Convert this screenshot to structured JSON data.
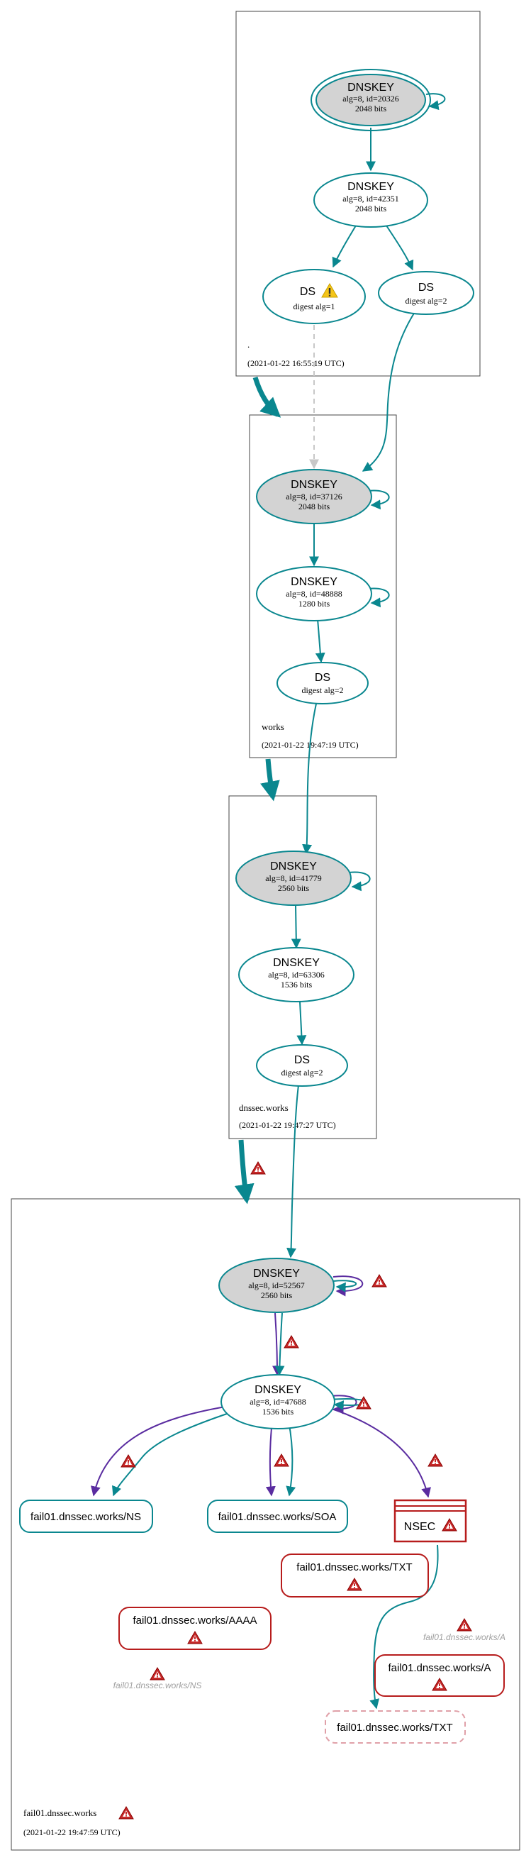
{
  "colors": {
    "teal": "#0a878f",
    "purple": "#5a2ca0",
    "red": "#b71c1c",
    "grey_fill": "#d3d3d3",
    "dashed_grey": "#c8c8c8",
    "warning_yellow": "#f5c518",
    "faded_text": "#a0a0a0",
    "dashed_pink": "#e0a0a8"
  },
  "icons": {
    "warning": "warning-triangle-icon",
    "error": "error-triangle-icon"
  },
  "zones": [
    {
      "id": "root",
      "name": ".",
      "timestamp": "(2021-01-22 16:55:19 UTC)"
    },
    {
      "id": "works",
      "name": "works",
      "timestamp": "(2021-01-22 19:47:19 UTC)"
    },
    {
      "id": "dnssec",
      "name": "dnssec.works",
      "timestamp": "(2021-01-22 19:47:27 UTC)"
    },
    {
      "id": "fail01",
      "name": "fail01.dnssec.works",
      "timestamp": "(2021-01-22 19:47:59 UTC)"
    }
  ],
  "nodes": {
    "root_ksk": {
      "title": "DNSKEY",
      "line1": "alg=8, id=20326",
      "line2": "2048 bits"
    },
    "root_zsk": {
      "title": "DNSKEY",
      "line1": "alg=8, id=42351",
      "line2": "2048 bits"
    },
    "root_ds1": {
      "title": "DS",
      "line1": "digest alg=1"
    },
    "root_ds2": {
      "title": "DS",
      "line1": "digest alg=2"
    },
    "works_ksk": {
      "title": "DNSKEY",
      "line1": "alg=8, id=37126",
      "line2": "2048 bits"
    },
    "works_zsk": {
      "title": "DNSKEY",
      "line1": "alg=8, id=48888",
      "line2": "1280 bits"
    },
    "works_ds": {
      "title": "DS",
      "line1": "digest alg=2"
    },
    "dnssec_ksk": {
      "title": "DNSKEY",
      "line1": "alg=8, id=41779",
      "line2": "2560 bits"
    },
    "dnssec_zsk": {
      "title": "DNSKEY",
      "line1": "alg=8, id=63306",
      "line2": "1536 bits"
    },
    "dnssec_ds": {
      "title": "DS",
      "line1": "digest alg=2"
    },
    "fail_ksk": {
      "title": "DNSKEY",
      "line1": "alg=8, id=52567",
      "line2": "2560 bits"
    },
    "fail_zsk": {
      "title": "DNSKEY",
      "line1": "alg=8, id=47688",
      "line2": "1536 bits"
    }
  },
  "rrsets": {
    "ns": "fail01.dnssec.works/NS",
    "soa": "fail01.dnssec.works/SOA",
    "nsec": "NSEC",
    "txt": "fail01.dnssec.works/TXT",
    "aaaa": "fail01.dnssec.works/AAAA",
    "a": "fail01.dnssec.works/A",
    "txt_nx": "fail01.dnssec.works/TXT"
  },
  "faded_labels": {
    "a": "fail01.dnssec.works/A",
    "ns": "fail01.dnssec.works/NS"
  }
}
